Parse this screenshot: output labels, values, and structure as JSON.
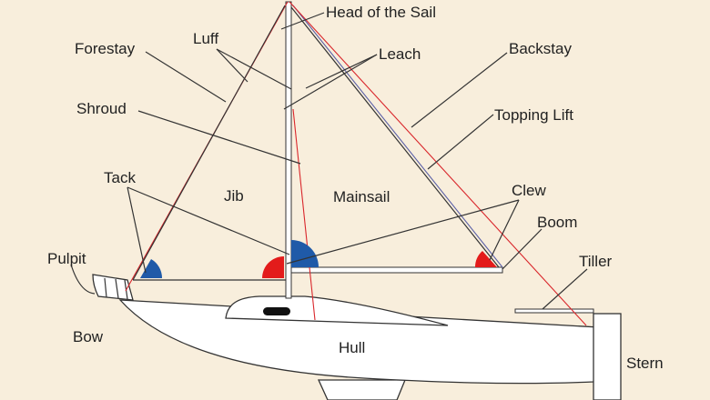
{
  "colors": {
    "background": "#f8eedc",
    "tack_blue": "#1f5aa8",
    "clew_red": "#e31b1b",
    "rigging_red": "#d9262b",
    "rigging_blue": "#5a5fa6"
  },
  "labels": {
    "head_of_sail": "Head of the Sail",
    "forestay": "Forestay",
    "luff": "Luff",
    "leach": "Leach",
    "backstay": "Backstay",
    "shroud": "Shroud",
    "topping_lift": "Topping Lift",
    "tack": "Tack",
    "jib": "Jib",
    "mainsail": "Mainsail",
    "clew": "Clew",
    "boom": "Boom",
    "pulpit": "Pulpit",
    "tiller": "Tiller",
    "bow": "Bow",
    "hull": "Hull",
    "stern": "Stern"
  }
}
